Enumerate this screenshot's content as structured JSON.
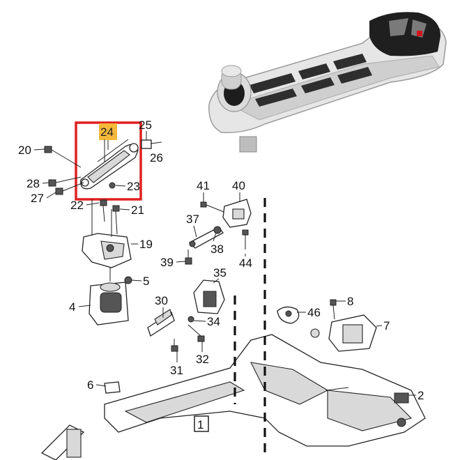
{
  "diagram": {
    "highlight_color": "#e02020",
    "highlight_fill": "#f5b83a",
    "highlighted_callout": "24",
    "frame_label": "1",
    "callouts": [
      {
        "id": "c1",
        "text": "20"
      },
      {
        "id": "c2",
        "text": "24"
      },
      {
        "id": "c3",
        "text": "25"
      },
      {
        "id": "c4",
        "text": "26"
      },
      {
        "id": "c5",
        "text": "28"
      },
      {
        "id": "c6",
        "text": "27"
      },
      {
        "id": "c7",
        "text": "23"
      },
      {
        "id": "c8",
        "text": "22"
      },
      {
        "id": "c9",
        "text": "21"
      },
      {
        "id": "c10",
        "text": "19"
      },
      {
        "id": "c11",
        "text": "5"
      },
      {
        "id": "c12",
        "text": "4"
      },
      {
        "id": "c13",
        "text": "41"
      },
      {
        "id": "c14",
        "text": "40"
      },
      {
        "id": "c15",
        "text": "37"
      },
      {
        "id": "c16",
        "text": "38"
      },
      {
        "id": "c17",
        "text": "39"
      },
      {
        "id": "c18",
        "text": "44"
      },
      {
        "id": "c19",
        "text": "35"
      },
      {
        "id": "c20",
        "text": "30"
      },
      {
        "id": "c21",
        "text": "34"
      },
      {
        "id": "c22",
        "text": "31"
      },
      {
        "id": "c23",
        "text": "32"
      },
      {
        "id": "c24",
        "text": "46"
      },
      {
        "id": "c25",
        "text": "8"
      },
      {
        "id": "c26",
        "text": "7"
      },
      {
        "id": "c27",
        "text": "6"
      },
      {
        "id": "c28",
        "text": "2"
      }
    ]
  }
}
